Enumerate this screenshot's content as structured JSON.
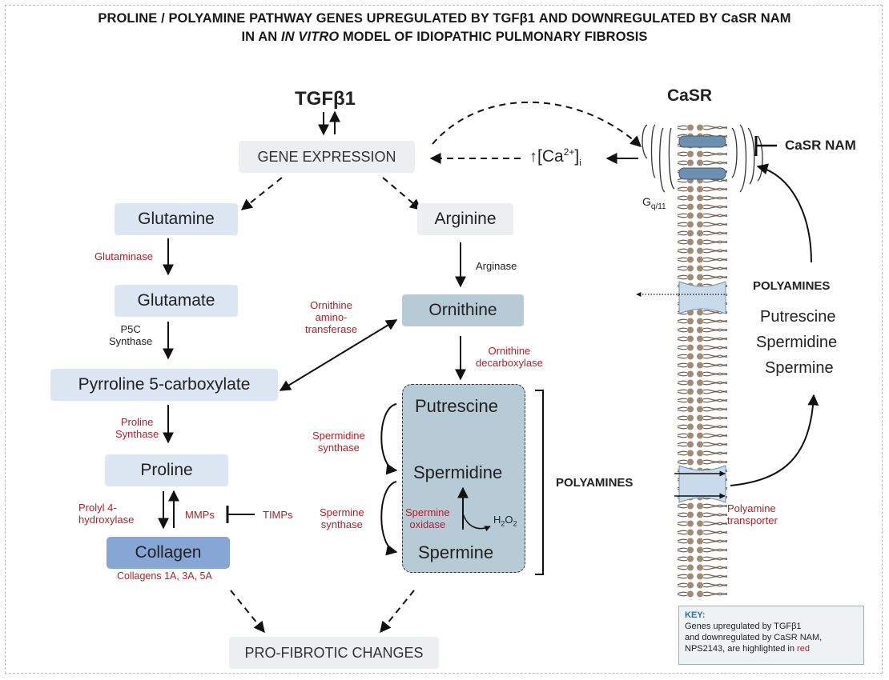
{
  "title": {
    "line1": "PROLINE / POLYAMINE PATHWAY GENES UPREGULATED BY TGFβ1 AND DOWNREGULATED BY CaSR NAM",
    "line2_pre": "IN AN ",
    "line2_ital": "IN VITRO",
    "line2_post": " MODEL OF IDIOPATHIC PULMONARY FIBROSIS"
  },
  "nodes": {
    "tgfb1": "TGFβ1",
    "gene_expression": "GENE EXPRESSION",
    "glutamine": "Glutamine",
    "glutamate": "Glutamate",
    "p5c": "Pyrroline 5-carboxylate",
    "proline": "Proline",
    "collagen": "Collagen",
    "arginine": "Arginine",
    "ornithine": "Ornithine",
    "putrescine": "Putrescine",
    "spermidine": "Spermidine",
    "spermine": "Spermine",
    "pro_fibrotic": "PRO-FIBROTIC  CHANGES"
  },
  "enzymes": {
    "glutaminase": "Glutaminase",
    "p5c_synthase_1": "P5C",
    "p5c_synthase_2": "Synthase",
    "proline_synthase_1": "Proline",
    "proline_synthase_2": "Synthase",
    "prolyl_1": "Prolyl 4-",
    "prolyl_2": "hydroxylase",
    "mmps": "MMPs",
    "timps": "TIMPs",
    "collagens": "Collagens 1A, 3A, 5A",
    "arginase": "Arginase",
    "oat_1": "Ornithine",
    "oat_2": "amino-",
    "oat_3": "transferase",
    "odc_1": "Ornithine",
    "odc_2": "decarboxylase",
    "spermidine_synthase_1": "Spermidine",
    "spermidine_synthase_2": "synthase",
    "spermine_synthase_1": "Spermine",
    "spermine_synthase_2": "synthase",
    "spermine_oxidase_1": "Spermine",
    "spermine_oxidase_2": "oxidase",
    "h2o2_h": "H",
    "h2o2_2a": "2",
    "h2o2_o": "O",
    "h2o2_2b": "2"
  },
  "right": {
    "casr": "CaSR",
    "casr_nam": "CaSR NAM",
    "ca_open": "[Ca",
    "ca_sup": "2+",
    "ca_close": "]",
    "ca_sub": "i",
    "gq_g": "G",
    "gq_sub": "q/11",
    "polyamines_label": "POLYAMINES",
    "polyamines_bracket": "POLYAMINES",
    "putrescine": "Putrescine",
    "spermidine": "Spermidine",
    "spermine": "Spermine",
    "transporter_1": "Polyamine",
    "transporter_2": "transporter"
  },
  "key": {
    "title": "KEY:",
    "line1": "Genes upregulated by TGFβ1",
    "line2": "and downregulated by CaSR NAM,",
    "line3_pre": "NPS2143,  are highlighted in ",
    "line3_red": "red"
  },
  "colors": {
    "highlight_red": "#b0202a",
    "light_box": "#dde7f3",
    "ornithine_box": "#b7cbd7",
    "collagen_box": "#86a6d6",
    "key_title": "#2a73a8"
  }
}
